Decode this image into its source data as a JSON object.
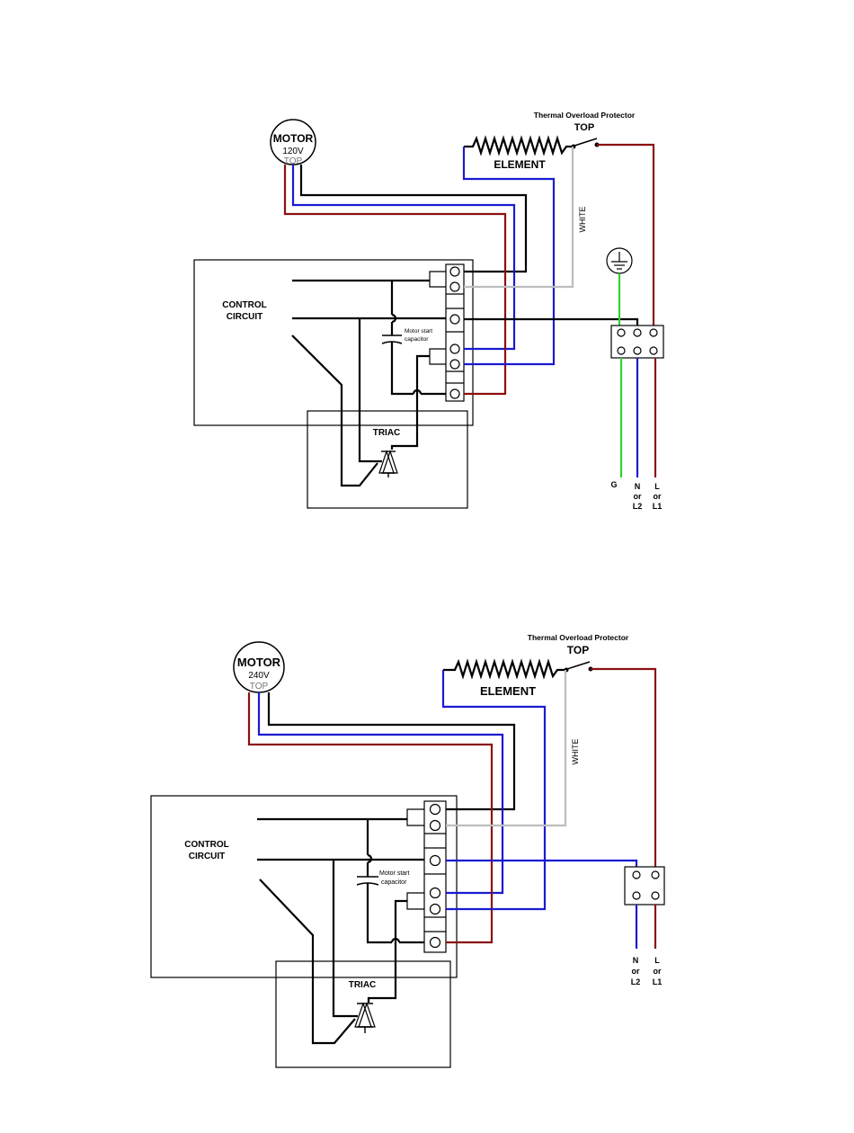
{
  "colors": {
    "black": "#000000",
    "blue": "#1a1ad0",
    "red": "#8c1010",
    "gray": "#bdbdbd",
    "green": "#2ed62e"
  },
  "diagrams": [
    {
      "motor_title": "MOTOR",
      "motor_voltage": "120V",
      "motor_top": "TOP",
      "top_protector_title": "Thermal Overload Protector",
      "top_label": "TOP",
      "element_label": "ELEMENT",
      "white_label": "WHITE",
      "control_circuit_line1": "CONTROL",
      "control_circuit_line2": "CIRCUIT",
      "capacitor_line1": "Motor start",
      "capacitor_line2": "capacitor",
      "triac_label": "TRIAC",
      "ground_icon": "ground-icon",
      "terminal_labels": [
        {
          "l1": "G",
          "l2": "",
          "l3": ""
        },
        {
          "l1": "N",
          "l2": "or",
          "l3": "L2"
        },
        {
          "l1": "L",
          "l2": "or",
          "l3": "L1"
        }
      ]
    },
    {
      "motor_title": "MOTOR",
      "motor_voltage": "240V",
      "motor_top": "TOP",
      "top_protector_title": "Thermal Overload Protector",
      "top_label": "TOP",
      "element_label": "ELEMENT",
      "white_label": "WHITE",
      "control_circuit_line1": "CONTROL",
      "control_circuit_line2": "CIRCUIT",
      "capacitor_line1": "Motor start",
      "capacitor_line2": "capacitor",
      "triac_label": "TRIAC",
      "terminal_labels": [
        {
          "l1": "N",
          "l2": "or",
          "l3": "L2"
        },
        {
          "l1": "L",
          "l2": "or",
          "l3": "L1"
        }
      ]
    }
  ]
}
